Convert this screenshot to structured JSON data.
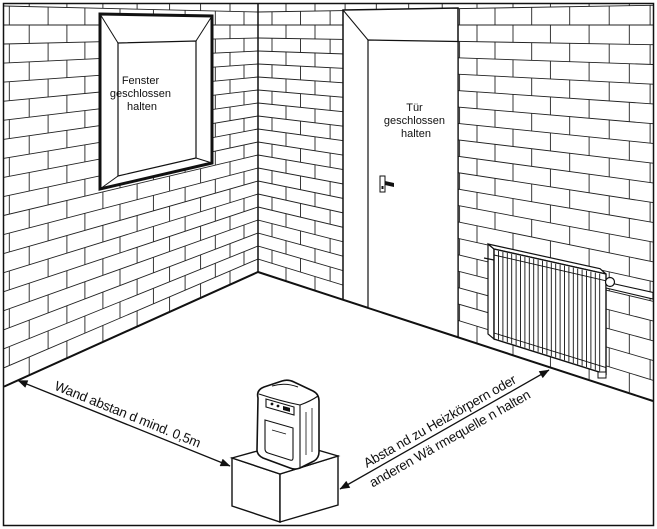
{
  "diagram": {
    "window_label": [
      "Fenster",
      "geschlossen",
      "halten"
    ],
    "door_label": [
      "Tür",
      "geschlossen",
      "halten"
    ],
    "wall_distance_label": "Wand abstan d mind. 0,5m",
    "heat_source_label": [
      "Absta nd zu Heizkörpern oder",
      "anderen Wä rmequelle n halten"
    ]
  },
  "colors": {
    "line": "#111111",
    "background": "#ffffff"
  }
}
